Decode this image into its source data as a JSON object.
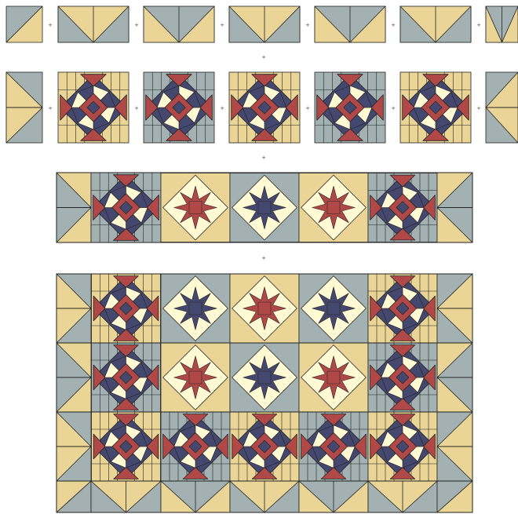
{
  "separator": "+",
  "colors": {
    "tan": "#ead596",
    "grey": "#a3b1b2",
    "red": "#b14848",
    "navy": "#44486e",
    "cream": "#fff9d4",
    "line": "#222222"
  },
  "rows": [
    {
      "name": "row-1-half-square-units",
      "items": [
        {
          "kind": "hst-single",
          "bg": "grey",
          "fg": "tan"
        },
        {
          "kind": "hst-pair",
          "bg": "tan",
          "fg": "grey"
        },
        {
          "kind": "hst-pair",
          "bg": "grey",
          "fg": "tan"
        },
        {
          "kind": "hst-pair",
          "bg": "tan",
          "fg": "grey"
        },
        {
          "kind": "hst-pair",
          "bg": "grey",
          "fg": "tan"
        },
        {
          "kind": "hst-pair",
          "bg": "tan",
          "fg": "grey"
        },
        {
          "kind": "hst-pair",
          "bg": "grey",
          "fg": "tan"
        }
      ]
    },
    {
      "name": "row-2-star-blocks",
      "items": [
        {
          "kind": "edge-unit",
          "bg": "grey",
          "fg": "tan"
        },
        {
          "kind": "star-block",
          "bg": "tan"
        },
        {
          "kind": "star-block",
          "bg": "grey"
        },
        {
          "kind": "star-block",
          "bg": "tan"
        },
        {
          "kind": "star-block",
          "bg": "grey"
        },
        {
          "kind": "star-block",
          "bg": "tan"
        },
        {
          "kind": "edge-unit",
          "bg": "grey",
          "fg": "tan"
        }
      ]
    },
    {
      "name": "row-3-mixed-blocks",
      "items": [
        {
          "kind": "edge-unit",
          "bg": "tan",
          "fg": "grey"
        },
        {
          "kind": "star-block",
          "bg": "grey"
        },
        {
          "kind": "diamond-star",
          "bg": "tan",
          "center": "red"
        },
        {
          "kind": "diamond-star",
          "bg": "grey",
          "center": "navy"
        },
        {
          "kind": "diamond-star",
          "bg": "tan",
          "center": "red"
        },
        {
          "kind": "star-block",
          "bg": "grey"
        },
        {
          "kind": "edge-unit",
          "bg": "tan",
          "fg": "grey"
        }
      ]
    }
  ],
  "quilt": {
    "name": "assembled-quilt",
    "rows": [
      {
        "items": [
          {
            "kind": "edge-unit",
            "bg": "grey",
            "fg": "tan"
          },
          {
            "kind": "star-block",
            "bg": "tan"
          },
          {
            "kind": "diamond-star",
            "bg": "grey",
            "center": "navy"
          },
          {
            "kind": "diamond-star",
            "bg": "tan",
            "center": "red"
          },
          {
            "kind": "diamond-star",
            "bg": "grey",
            "center": "navy"
          },
          {
            "kind": "star-block",
            "bg": "tan"
          },
          {
            "kind": "edge-unit",
            "bg": "grey",
            "fg": "tan"
          }
        ]
      },
      {
        "items": [
          {
            "kind": "edge-unit",
            "bg": "tan",
            "fg": "grey"
          },
          {
            "kind": "star-block",
            "bg": "grey"
          },
          {
            "kind": "diamond-star",
            "bg": "tan",
            "center": "red"
          },
          {
            "kind": "diamond-star",
            "bg": "grey",
            "center": "navy"
          },
          {
            "kind": "diamond-star",
            "bg": "tan",
            "center": "red"
          },
          {
            "kind": "star-block",
            "bg": "grey"
          },
          {
            "kind": "edge-unit",
            "bg": "tan",
            "fg": "grey"
          }
        ]
      },
      {
        "items": [
          {
            "kind": "edge-unit",
            "bg": "grey",
            "fg": "tan"
          },
          {
            "kind": "star-block",
            "bg": "tan"
          },
          {
            "kind": "star-block",
            "bg": "grey"
          },
          {
            "kind": "star-block",
            "bg": "tan"
          },
          {
            "kind": "star-block",
            "bg": "grey"
          },
          {
            "kind": "star-block",
            "bg": "tan"
          },
          {
            "kind": "edge-unit",
            "bg": "grey",
            "fg": "tan"
          }
        ]
      },
      {
        "items": [
          {
            "kind": "hst-single",
            "bg": "tan",
            "fg": "grey"
          },
          {
            "kind": "hst-pair",
            "bg": "tan",
            "fg": "grey"
          },
          {
            "kind": "hst-pair",
            "bg": "grey",
            "fg": "tan"
          },
          {
            "kind": "hst-pair",
            "bg": "tan",
            "fg": "grey"
          },
          {
            "kind": "hst-pair",
            "bg": "grey",
            "fg": "tan"
          },
          {
            "kind": "hst-pair",
            "bg": "tan",
            "fg": "grey"
          },
          {
            "kind": "hst-single",
            "bg": "grey",
            "fg": "tan"
          }
        ]
      }
    ]
  }
}
